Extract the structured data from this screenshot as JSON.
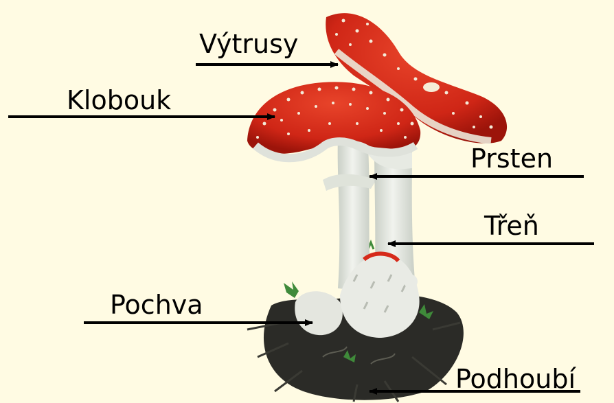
{
  "labels": {
    "vytrusy": "Výtrusy",
    "klobouk": "Klobouk",
    "prsten": "Prsten",
    "tren": "Třeň",
    "pochva": "Pochva",
    "podhoubi": "Podhoubí"
  },
  "colors": {
    "background": "#fffbe3",
    "cap_red": "#d42a1a",
    "cap_dark": "#a0160c",
    "spot": "#f3ead8",
    "stem": "#e8ebe3",
    "soil": "#2a2a26",
    "moss": "#3f8a3a",
    "arrow": "#000000"
  }
}
